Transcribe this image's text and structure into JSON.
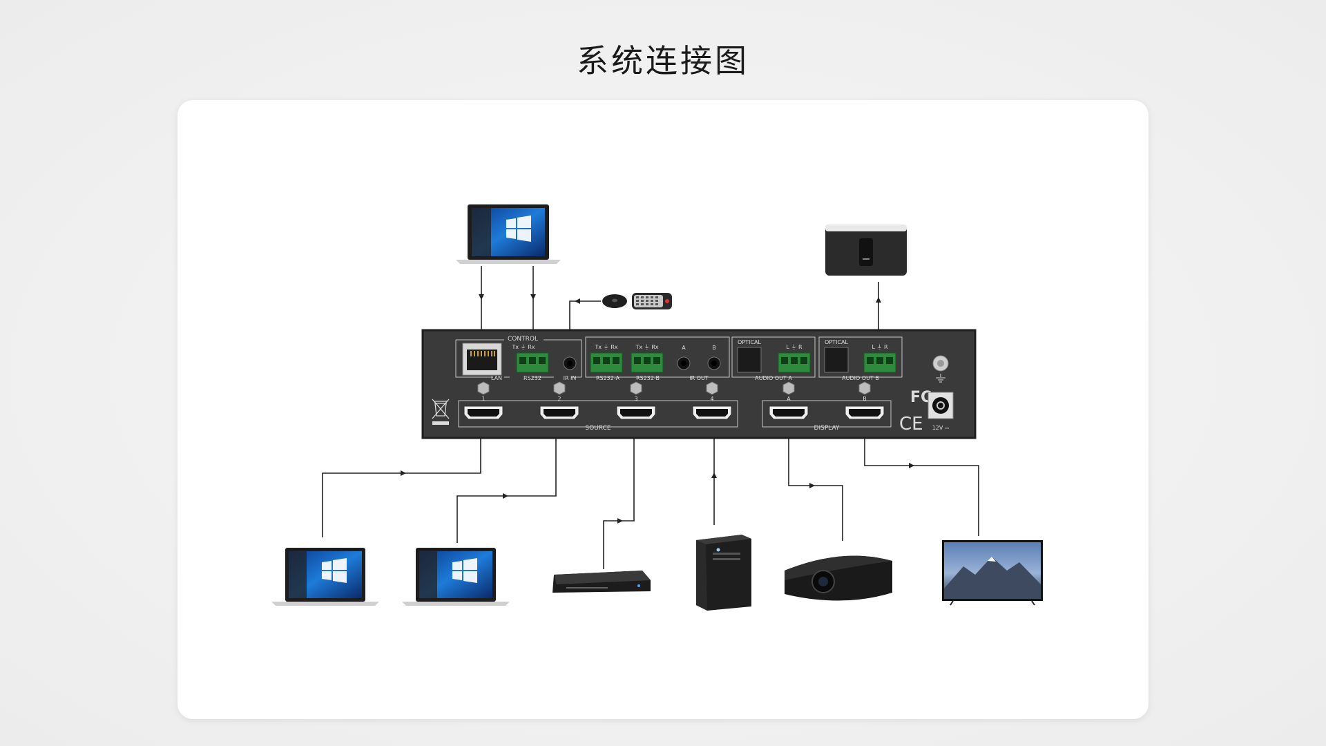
{
  "title": "系统连接图",
  "panel": {
    "control": "CONTROL",
    "tx": "Tx",
    "rx": "Rx",
    "lan": "LAN",
    "rs232": "RS232",
    "ir_in": "IR IN",
    "rs232a": "RS232-A",
    "rs232b": "RS232-B",
    "ir_out": "IR OUT",
    "a": "A",
    "b": "B",
    "optical": "OPTICAL",
    "l": "L",
    "r": "R",
    "audio_out_a": "AUDIO OUT A",
    "audio_out_b": "AUDIO OUT B",
    "source": "SOURCE",
    "display": "DISPLAY",
    "in1": "1",
    "in2": "2",
    "in3": "3",
    "in4": "4",
    "out_a": "A",
    "out_b": "B",
    "fc": "FC",
    "ce": "CE",
    "power": "12V ⎓"
  },
  "colors": {
    "panel": "#3a3a3a",
    "terminal": "#2e8b3e",
    "line": "#222222"
  }
}
